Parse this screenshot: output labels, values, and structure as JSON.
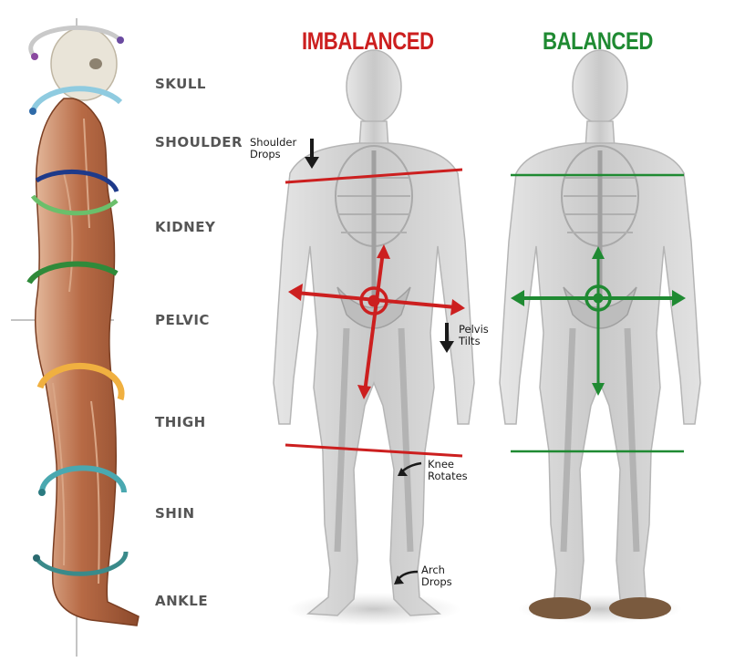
{
  "titles": {
    "imbalanced": "IMBALANCED",
    "balanced": "BALANCED"
  },
  "colors": {
    "imbalanced": "#cc1f1f",
    "balanced": "#1f8a32",
    "label_gray": "#555555"
  },
  "segments": [
    "SKULL",
    "SHOULDER",
    "KIDNEY",
    "PELVIC",
    "THIGH",
    "SHIN",
    "ANKLE"
  ],
  "annotations": {
    "shoulder": {
      "line1": "Shoulder",
      "line2": "Drops"
    },
    "pelvis": {
      "line1": "Pelvis",
      "line2": "Tilts"
    },
    "knee": {
      "line1": "Knee",
      "line2": "Rotates"
    },
    "arch": {
      "line1": "Arch",
      "line2": "Drops"
    }
  }
}
